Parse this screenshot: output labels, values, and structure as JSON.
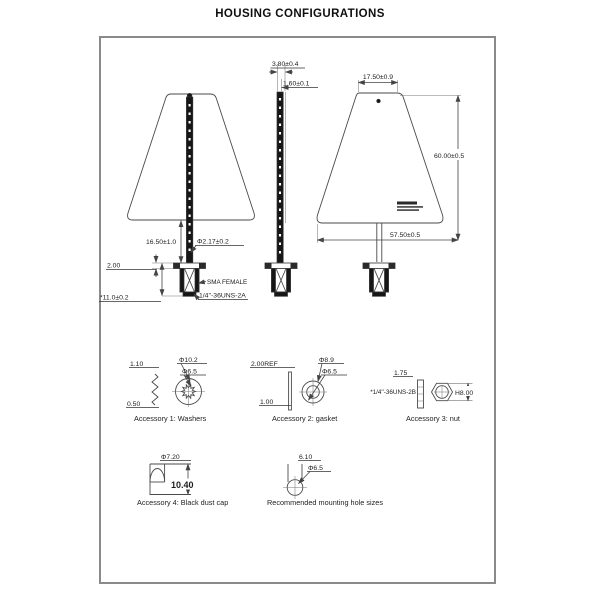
{
  "title": "HOUSING CONFIGURATIONS",
  "front_view": {
    "whip_length": "16.50±1.0",
    "whip_diameter": "Φ2.17±0.2",
    "flange_thickness": "2.00",
    "connector_height": "*11.0±0.2",
    "connector_type": "SMA FEMALE",
    "thread_spec": "1/4''-36UNS-2A"
  },
  "side_view": {
    "total_thickness": "3.80±0.4",
    "board_thickness": "1.60±0.1"
  },
  "housing_view": {
    "top_width": "17.50±0.9",
    "height": "60.00±0.5",
    "base_width": "57.50±0.5"
  },
  "accessory1": {
    "caption": "Accessory 1:  Washers",
    "thickness_top": "1.10",
    "thickness_bottom": "0.50",
    "outer_diameter": "Φ10.2",
    "inner_diameter": "Φ6.5"
  },
  "accessory2": {
    "caption": "Accessory 2:  gasket",
    "thickness_ref": "2.00REF",
    "thickness": "1.00",
    "outer_diameter": "Φ8.9",
    "inner_diameter": "Φ6.5"
  },
  "accessory3": {
    "caption": "Accessory 3:  nut",
    "length": "1.75",
    "thread_spec": "*1/4''-36UNS-2B",
    "hex_size": "H8.00"
  },
  "accessory4": {
    "caption": "Accessory 4:  Black dust cap",
    "diameter": "Φ7.20",
    "height": "10.40"
  },
  "mounting_hole": {
    "caption": "Recommended mounting hole sizes",
    "flat_width": "6.10",
    "hole_diameter": "Φ6.5"
  }
}
